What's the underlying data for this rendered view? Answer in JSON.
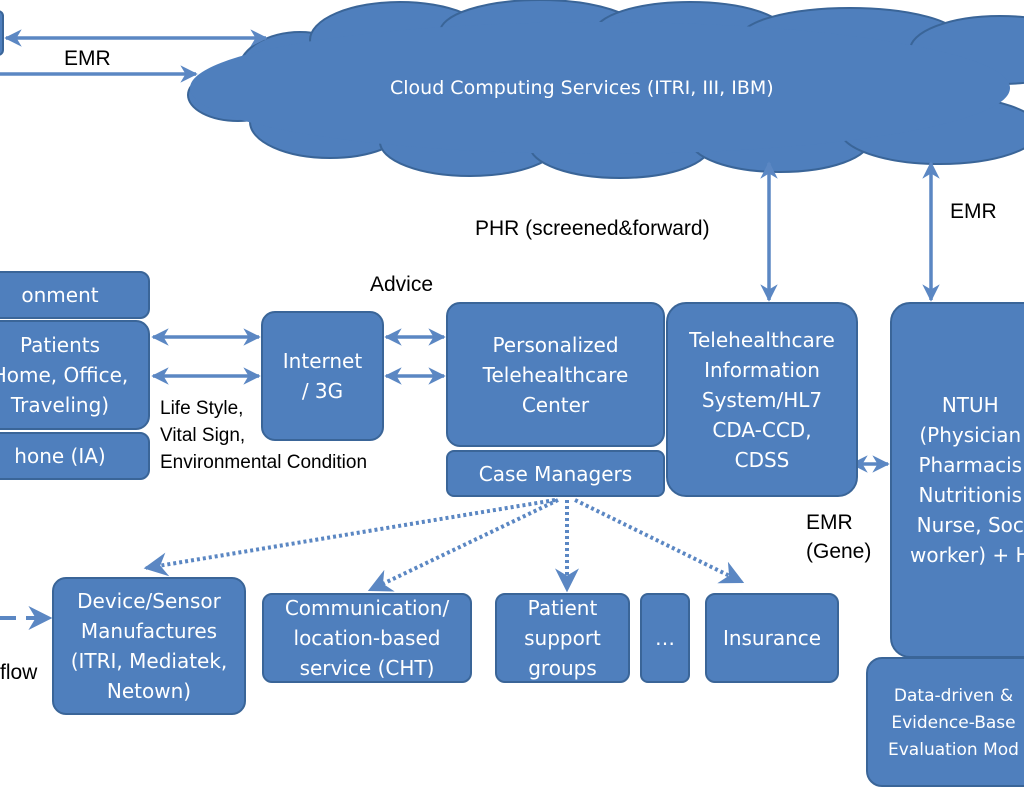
{
  "cloud": {
    "label": "Cloud Computing Services (ITRI, III, IBM)"
  },
  "boxes": {
    "environment": "onment",
    "patients": "Patients\nHome, Office,\nTraveling)",
    "phone": "hone (IA)",
    "internet": "Internet\n/ 3G",
    "center": "Personalized\nTelehealthcare\nCenter",
    "case_managers": "Case Managers",
    "tis": "Telehealthcare\nInformation\nSystem/HL7\nCDA-CCD,\nCDSS",
    "ntuh": "NTUH\n(Physician\nPharmacis\nNutritionis\nNurse, Soc\nworker) + H",
    "device": "Device/Sensor\nManufactures\n(ITRI, Mediatek,\nNetown)",
    "communication": "Communication/\nlocation-based\nservice (CHT)",
    "patient_support": "Patient\nsupport\ngroups",
    "ellipsis": "…",
    "insurance": "Insurance",
    "data_driven": "Data-driven &\nEvidence-Base\nEvaluation Mod"
  },
  "labels": {
    "emr_top": "EMR",
    "phr": "PHR (screened&forward)",
    "emr_right": "EMR",
    "advice": "Advice",
    "life_style": "Life Style,\nVital Sign,\nEnvironmental Condition",
    "emr_gene": "EMR\n(Gene)",
    "flow": "flow"
  },
  "colors": {
    "fill": "#4f7fbd",
    "stroke": "#3a6598",
    "arrow": "#5b87c3"
  }
}
